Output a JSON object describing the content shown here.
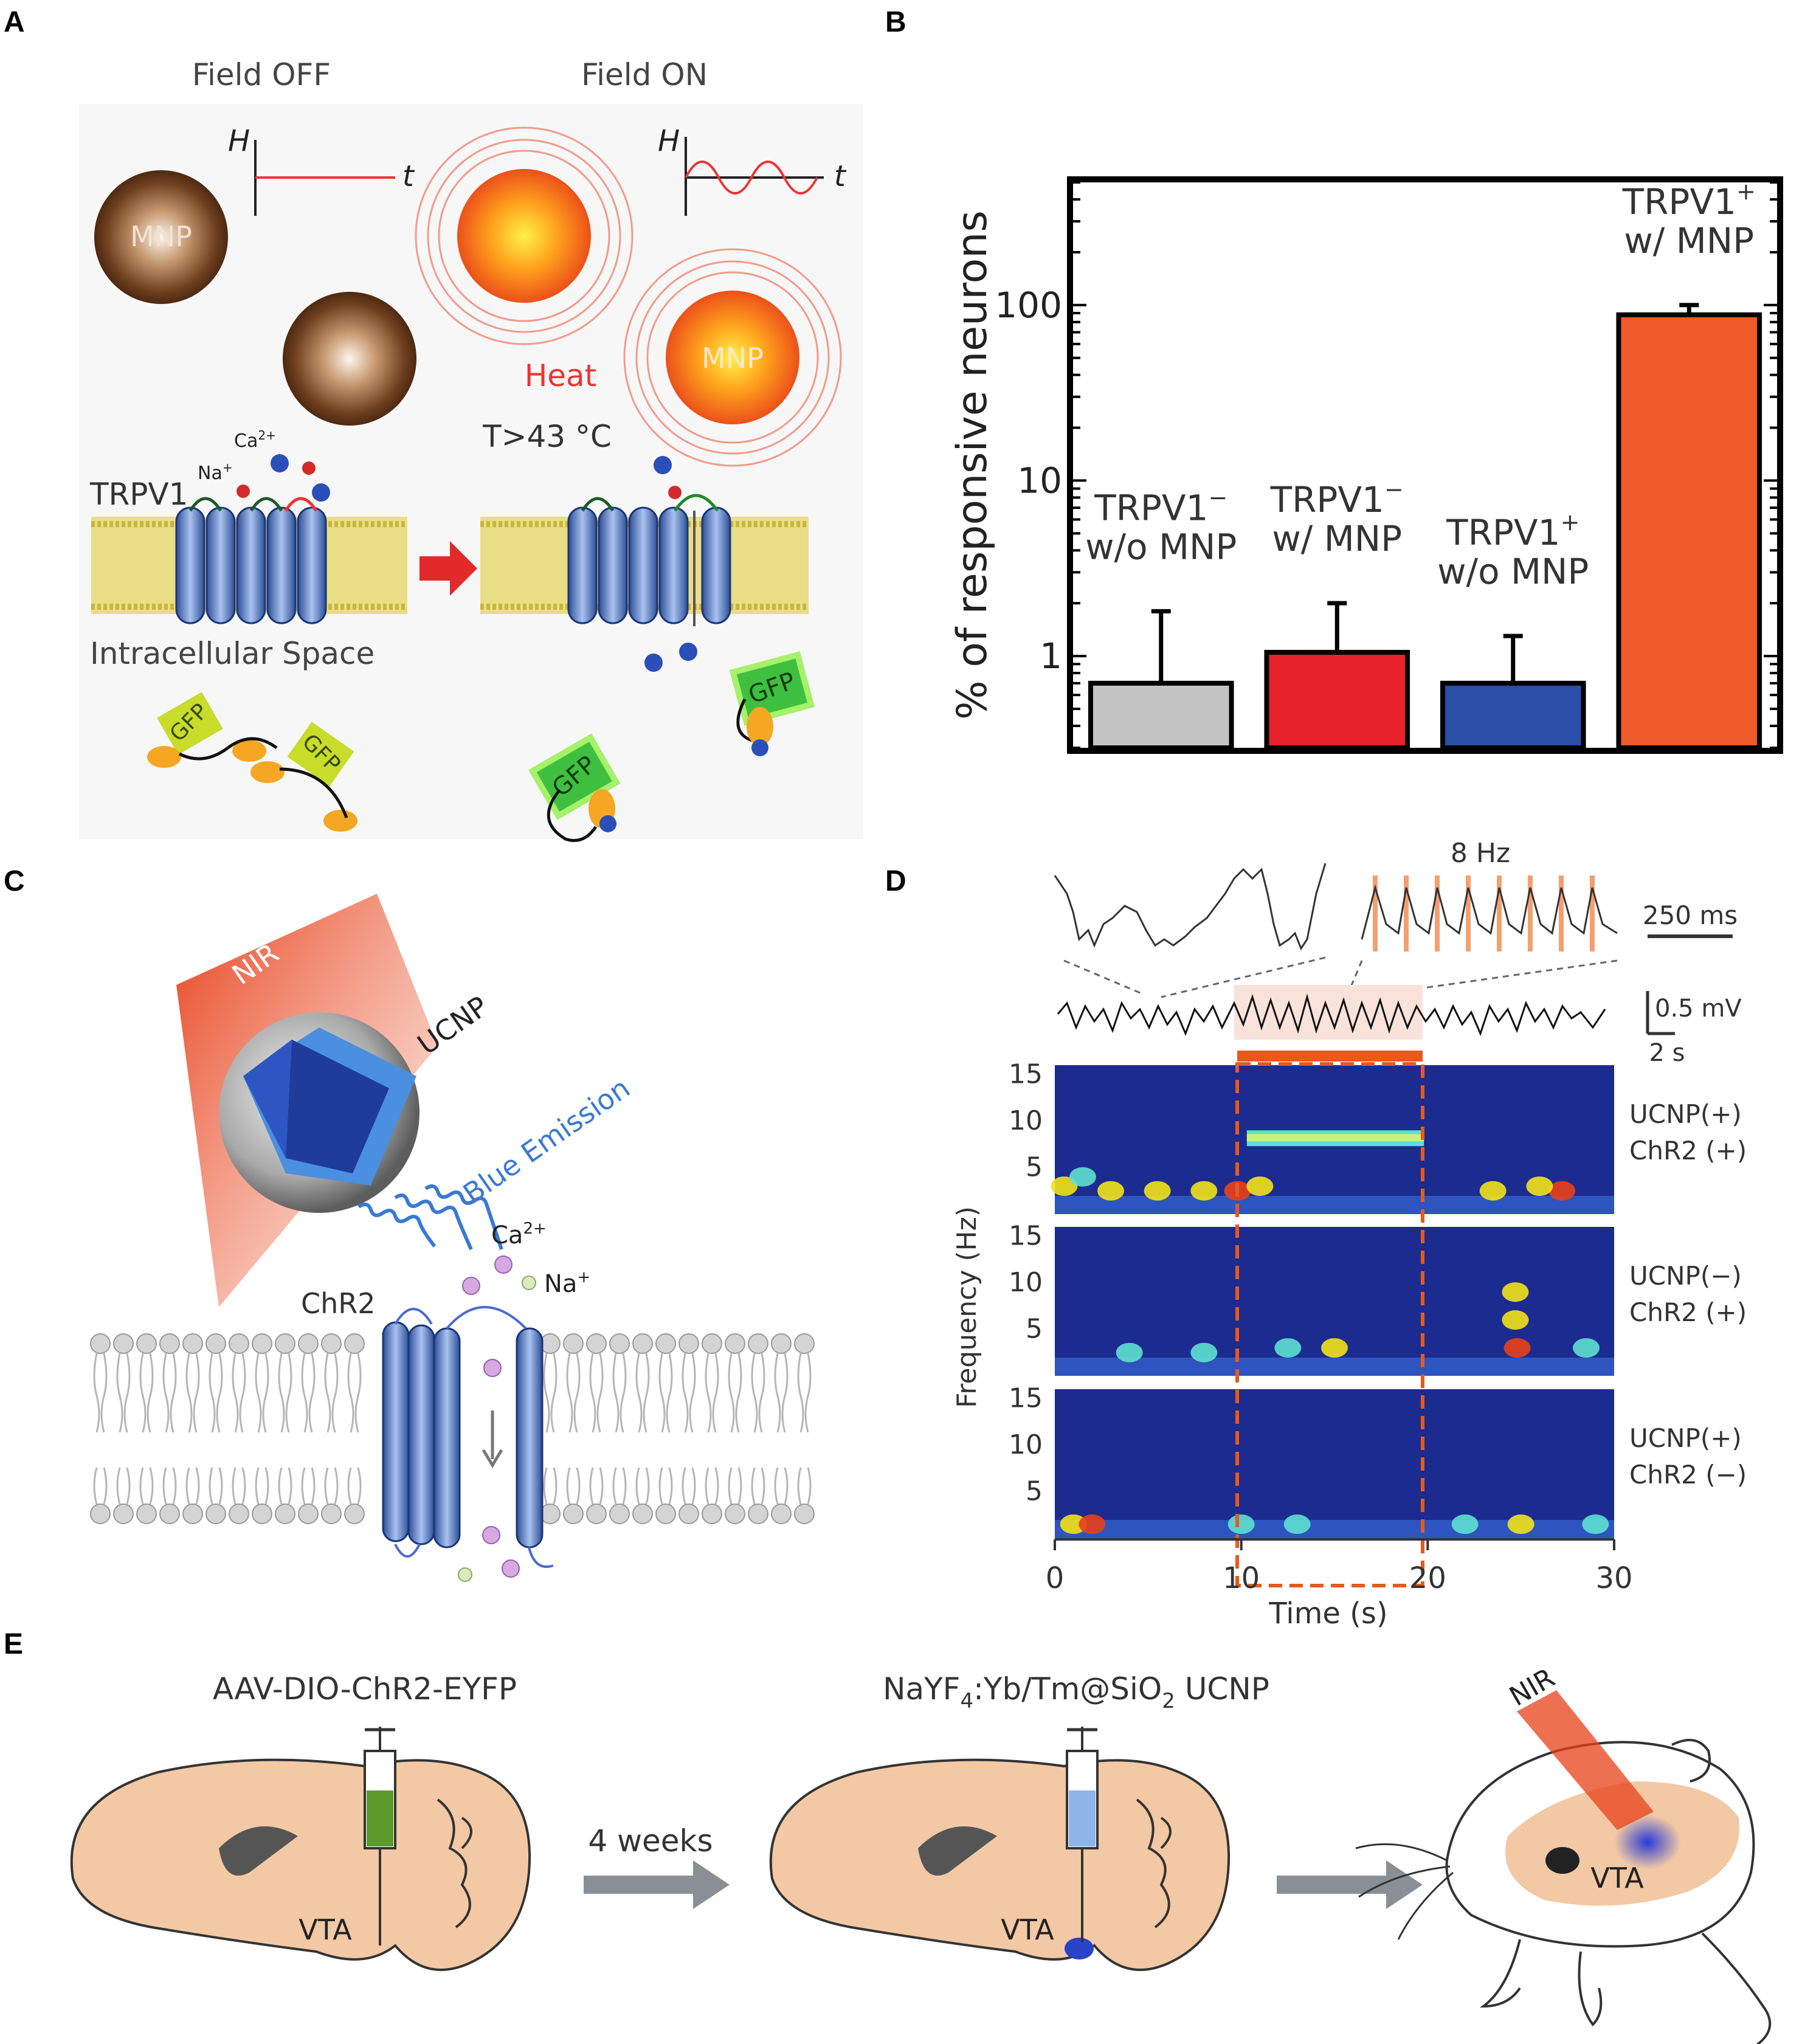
{
  "panels": {
    "A": {
      "label": "A",
      "field_off": "Field OFF",
      "field_on": "Field ON",
      "h_axis": "H",
      "t_axis": "t",
      "mnp": "MNP",
      "heat": "Heat",
      "temperature": "T>43 °C",
      "ca": "Ca",
      "ca_sup": "2+",
      "na": "Na",
      "na_sup": "+",
      "trpv1": "TRPV1",
      "intracellular": "Intracellular Space",
      "gfp": "GFP"
    },
    "B": {
      "label": "B",
      "ylabel": "% of responsive neurons",
      "yticks": [
        "1",
        "10",
        "100"
      ]
    },
    "C": {
      "label": "C",
      "nir": "NIR",
      "ucnp": "UCNP",
      "blue_emission": "Blue Emission",
      "ca": "Ca",
      "ca_sup": "2+",
      "na": "Na",
      "na_sup": "+",
      "chr2": "ChR2"
    },
    "D": {
      "label": "D",
      "freq_label": "8 Hz",
      "scale_time": "250 ms",
      "scale_volt": "0.5 mV",
      "scale_time2": "2 s",
      "ylabel": "Frequency (Hz)",
      "xlabel": "Time (s)",
      "yticks": [
        "15",
        "10",
        "5"
      ],
      "xticks": [
        "0",
        "10",
        "20",
        "30"
      ],
      "rows": [
        {
          "line1": "UCNP(+)",
          "line2": "ChR2 (+)"
        },
        {
          "line1": "UCNP(−)",
          "line2": "ChR2 (+)"
        },
        {
          "line1": "UCNP(+)",
          "line2": "ChR2 (−)"
        }
      ]
    },
    "E": {
      "label": "E",
      "virus": "AAV-DIO-ChR2-EYFP",
      "ucnp_prefix": "NaYF",
      "ucnp_sub4": "4",
      "ucnp_mid": ":Yb/Tm@SiO",
      "ucnp_sub2": "2",
      "ucnp_suffix": " UCNP",
      "weeks": "4 weeks",
      "vta": "VTA",
      "nir": "NIR"
    }
  },
  "chart_data": {
    "type": "bar",
    "yscale": "log",
    "ylim": [
      0.3,
      500
    ],
    "ylabel": "% of responsive neurons",
    "categories": [
      {
        "line1": "TRPV1",
        "sup1": "−",
        "line2": "w/o MNP"
      },
      {
        "line1": "TRPV1",
        "sup1": "−",
        "line2": "w/ MNP"
      },
      {
        "line1": "TRPV1",
        "sup1": "+",
        "line2": "w/o MNP"
      },
      {
        "line1": "TRPV1",
        "sup1": "+",
        "line2": "w/ MNP"
      }
    ],
    "values": [
      0.7,
      1.05,
      0.7,
      88
    ],
    "error_upper": [
      1.8,
      2.0,
      1.3,
      100
    ],
    "colors": [
      "#c4c4c4",
      "#e8222a",
      "#2a4fa8",
      "#ee5a28"
    ]
  }
}
